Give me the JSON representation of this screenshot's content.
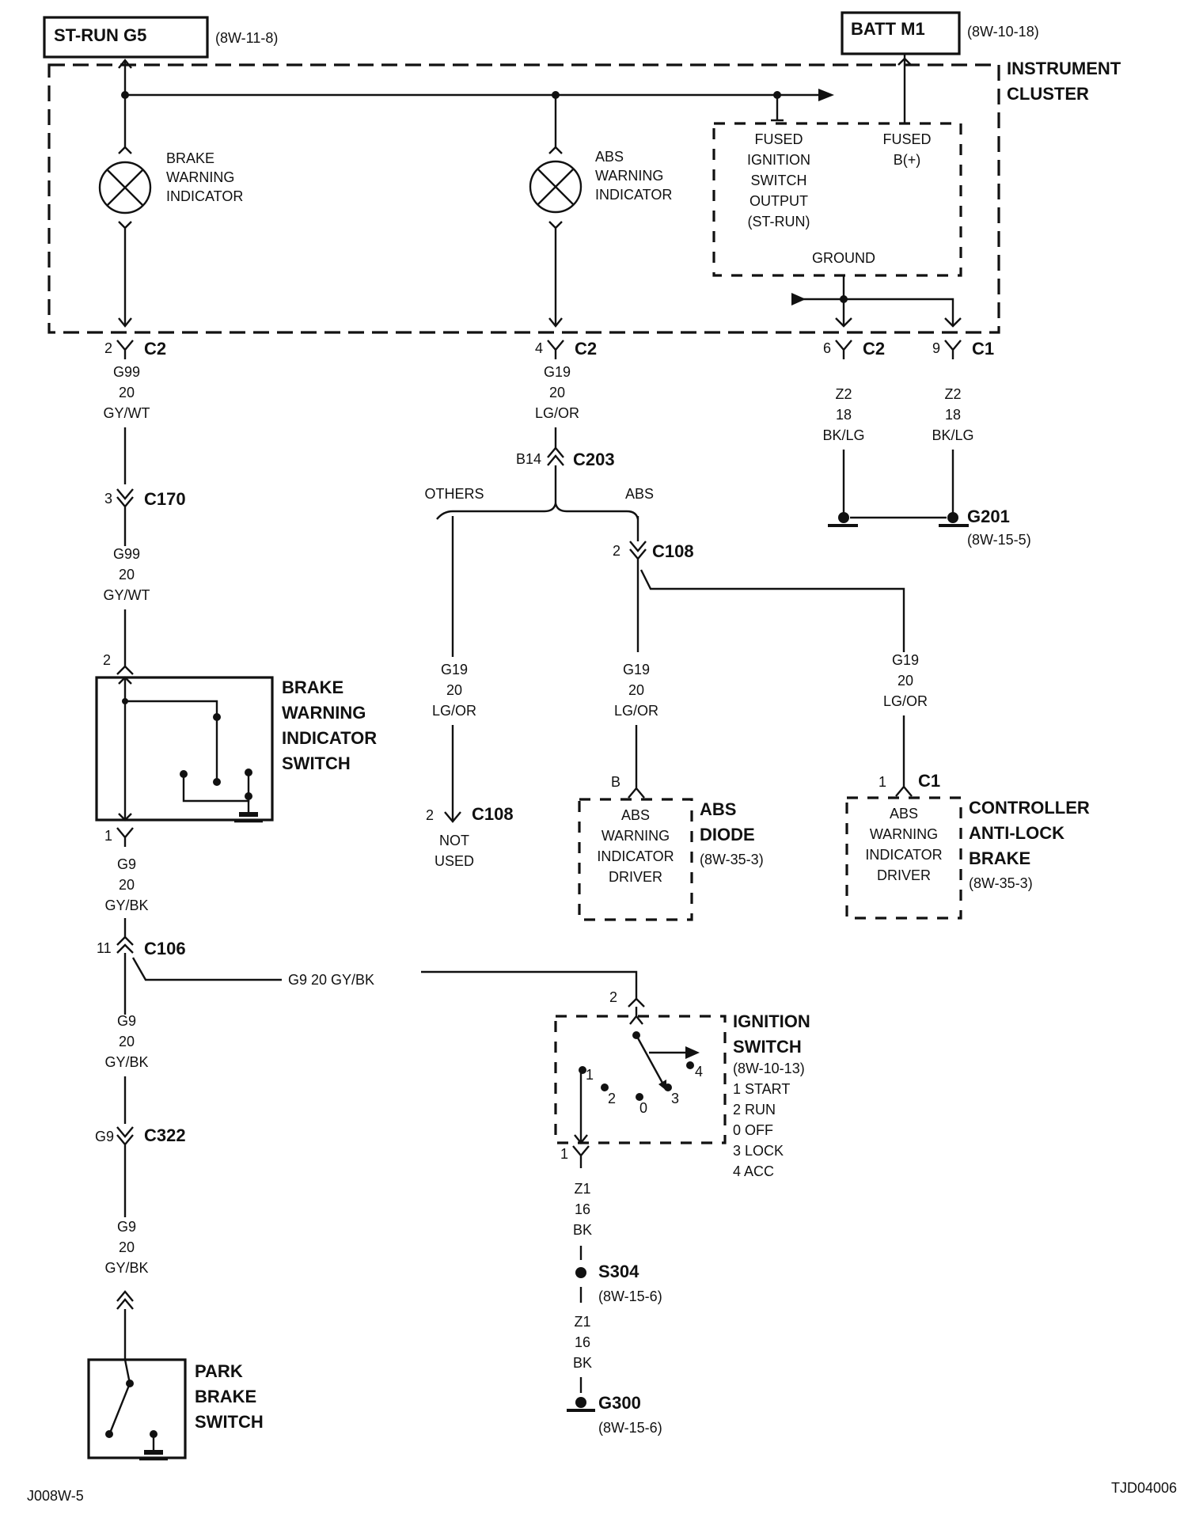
{
  "sources": {
    "st_run": {
      "label": "ST-RUN G5",
      "ref": "(8W-11-8)"
    },
    "batt": {
      "label": "BATT M1",
      "ref": "(8W-10-18)"
    }
  },
  "cluster": {
    "title_line1": "INSTRUMENT",
    "title_line2": "CLUSTER",
    "brake_indicator": [
      "BRAKE",
      "WARNING",
      "INDICATOR"
    ],
    "abs_indicator": [
      "ABS",
      "WARNING",
      "INDICATOR"
    ],
    "fused_ign": [
      "FUSED",
      "IGNITION",
      "SWITCH",
      "OUTPUT",
      "(ST-RUN)"
    ],
    "fused_b": [
      "FUSED",
      "B(+)"
    ],
    "ground": "GROUND"
  },
  "cluster_pins": {
    "brake": {
      "pin": "2",
      "conn": "C2"
    },
    "abs": {
      "pin": "4",
      "conn": "C2"
    },
    "gnd1": {
      "pin": "6",
      "conn": "C2"
    },
    "gnd2": {
      "pin": "9",
      "conn": "C1"
    }
  },
  "wires": {
    "g99_a": [
      "G99",
      "20",
      "GY/WT"
    ],
    "g99_b": [
      "G99",
      "20",
      "GY/WT"
    ],
    "g19_top": [
      "G19",
      "20",
      "LG/OR"
    ],
    "z2_a": [
      "Z2",
      "18",
      "BK/LG"
    ],
    "z2_b": [
      "Z2",
      "18",
      "BK/LG"
    ],
    "g19_others": [
      "G19",
      "20",
      "LG/OR"
    ],
    "g19_abs": [
      "G19",
      "20",
      "LG/OR"
    ],
    "g19_ctrl": [
      "G19",
      "20",
      "LG/OR"
    ],
    "g9_a": [
      "G9",
      "20",
      "GY/BK"
    ],
    "g9_b": [
      "G9",
      "20",
      "GY/BK"
    ],
    "g9_c": [
      "G9",
      "20",
      "GY/BK"
    ],
    "g9_side": "G9   20 GY/BK",
    "z1_a": [
      "Z1",
      "16",
      "BK"
    ],
    "z1_b": [
      "Z1",
      "16",
      "BK"
    ]
  },
  "connectors": {
    "c170": {
      "pin": "3",
      "conn": "C170"
    },
    "c203": {
      "pin": "B14",
      "conn": "C203"
    },
    "c108_abs": {
      "pin": "2",
      "conn": "C108"
    },
    "c108_others": {
      "pin": "2",
      "conn": "C108"
    },
    "c106": {
      "pin": "11",
      "conn": "C106"
    },
    "c322": {
      "pin": "G9",
      "conn": "C322"
    },
    "bwis_top": {
      "pin": "2"
    },
    "bwis_bottom": {
      "pin": "1"
    },
    "abs_diode": {
      "pin": "B"
    },
    "ctrl_c1": {
      "pin": "1",
      "conn": "C1"
    },
    "ign_top": {
      "pin": "2"
    },
    "ign_bottom": {
      "pin": "1"
    }
  },
  "branch": {
    "others": "OTHERS",
    "abs": "ABS"
  },
  "not_used": [
    "NOT",
    "USED"
  ],
  "grounds": {
    "g201": {
      "label": "G201",
      "ref": "(8W-15-5)"
    },
    "g300": {
      "label": "G300",
      "ref": "(8W-15-6)"
    }
  },
  "splice": {
    "label": "S304",
    "ref": "(8W-15-6)"
  },
  "components": {
    "brake_switch": [
      "BRAKE",
      "WARNING",
      "INDICATOR",
      "SWITCH"
    ],
    "abs_diode_title": [
      "ABS",
      "DIODE"
    ],
    "abs_diode_ref": "(8W-35-3)",
    "abs_driver": [
      "ABS",
      "WARNING",
      "INDICATOR",
      "DRIVER"
    ],
    "controller_title": [
      "CONTROLLER",
      "ANTI-LOCK",
      "BRAKE"
    ],
    "controller_ref": "(8W-35-3)",
    "controller_driver": [
      "ABS",
      "WARNING",
      "INDICATOR",
      "DRIVER"
    ],
    "park_brake": [
      "PARK",
      "BRAKE",
      "SWITCH"
    ],
    "ignition_title": [
      "IGNITION",
      "SWITCH"
    ],
    "ignition_ref": "(8W-10-13)",
    "ignition_positions": [
      "1 START",
      "2 RUN",
      "0 OFF",
      "3 LOCK",
      "4 ACC"
    ],
    "ignition_contacts": [
      "1",
      "2",
      "0",
      "3",
      "4"
    ]
  },
  "footer": {
    "left": "J008W-5",
    "right": "TJD04006"
  }
}
